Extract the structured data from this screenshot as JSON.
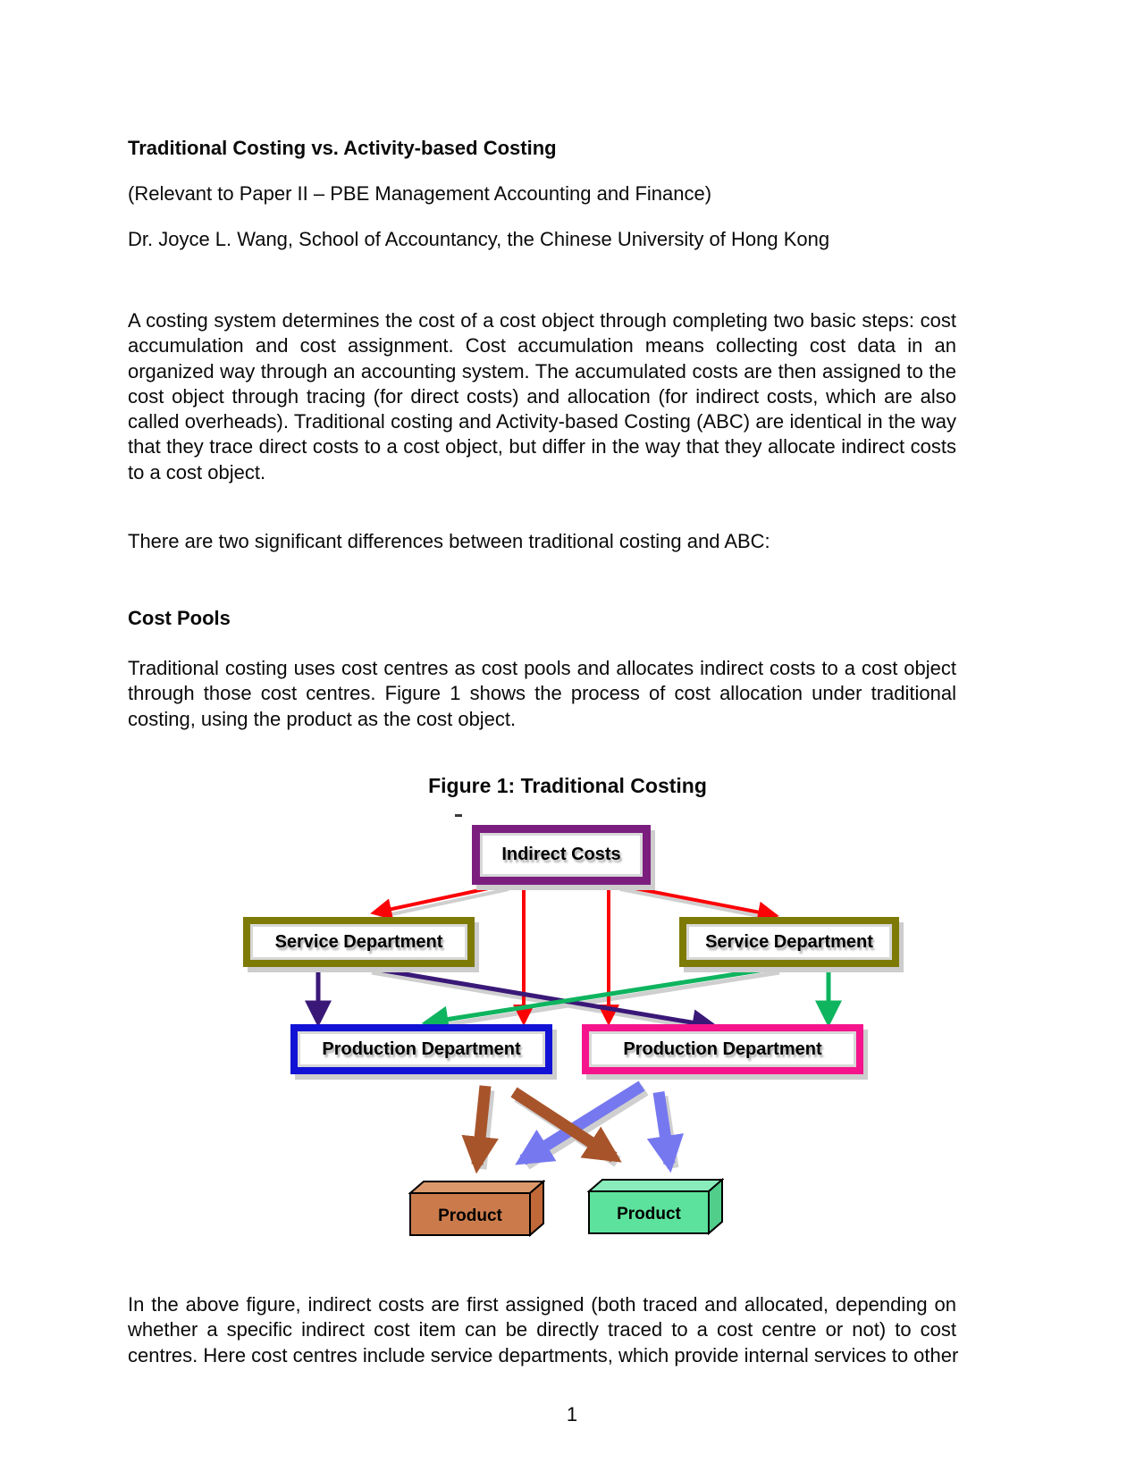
{
  "article": {
    "title": "Traditional Costing vs. Activity-based Costing",
    "subtitle": "(Relevant to Paper II – PBE Management Accounting and Finance)",
    "author": "Dr. Joyce L. Wang, School of Accountancy, the Chinese University of Hong Kong",
    "paragraph1_lines": [
      "A costing system determines the cost of a cost object through completing two basic steps: cost",
      "accumulation and cost assignment. Cost accumulation means collecting cost data in an",
      "organized way through an accounting system. The accumulated costs are then assigned to the",
      "cost object through tracing (for direct costs) and allocation (for indirect costs, which are also",
      "called overheads). Traditional costing and Activity-based Costing (ABC) are identical in the way",
      "that they trace direct costs to a cost object, but differ in the way that they allocate indirect costs",
      "to a cost object."
    ],
    "differences_line": "There are two significant differences between traditional costing and ABC:",
    "section_heading": "Cost Pools",
    "paragraph2_lines": [
      "Traditional costing uses cost centres as cost pools and allocates indirect costs to a cost object",
      "through those cost centres. Figure 1 shows the process of cost allocation under traditional",
      "costing, using the product as the cost object."
    ],
    "paragraph3_lines": [
      "In the above figure, indirect costs are first assigned (both traced and allocated, depending on",
      "whether a specific indirect cost item can be directly traced to a cost centre or not) to cost",
      "centres. Here cost centres include service departments, which provide internal services to other"
    ]
  },
  "figure": {
    "title": "Figure 1: Traditional Costing",
    "nodes": {
      "indirect_costs": "Indirect Costs",
      "service_department_left": "Service Department",
      "service_department_right": "Service Department",
      "production_department_left": "Production Department",
      "production_department_right": "Production Department",
      "product_left": "Product",
      "product_right": "Product"
    },
    "colors": {
      "indirect_border": "#7B1E7E",
      "service_border": "#7E7A06",
      "production_left_border": "#1212D6",
      "production_right_border": "#F5148C",
      "arrow_red": "#FB0207",
      "arrow_purple": "#3A1878",
      "arrow_green": "#0FB45F",
      "arrow_brown": "#A8542B",
      "arrow_blue": "#7678F0",
      "product_left_face": "#CB7B4B",
      "product_left_top": "#DB996B",
      "product_left_side": "#C06838",
      "product_right_face": "#5CE29C",
      "product_right_top": "#8AECBB",
      "product_right_side": "#50CE8A"
    }
  },
  "page": {
    "number": "1"
  }
}
